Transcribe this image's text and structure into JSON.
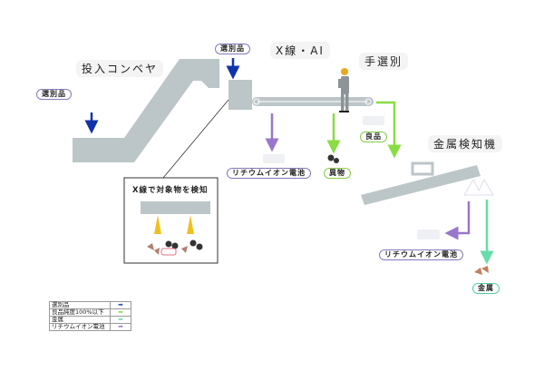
{
  "titles": {
    "input_conveyor": "投入コンベヤ",
    "xray_ai": "X線・AI",
    "hand_sorting": "手選別",
    "metal_detector": "金属検知機"
  },
  "labels": {
    "sorted_left": "選別品",
    "sorted_top": "選別品",
    "li_battery_1": "リチウムイオン電池",
    "foreign": "異物",
    "good": "良品",
    "li_battery_2": "リチウムイオン電池",
    "metal": "金属"
  },
  "callout": {
    "title": "X線で対象物を検知"
  },
  "legend": [
    {
      "label": "選別品",
      "color": "#2244cc"
    },
    {
      "label": "良品純度100%以下",
      "color": "#88dd44"
    },
    {
      "label": "金属",
      "color": "#66ddaa"
    },
    {
      "label": "リチウムイオン電池",
      "color": "#9977cc"
    }
  ],
  "colors": {
    "machine": "#bcc5c8",
    "sorted": "#1133aa",
    "li_battery": "#9977cc",
    "good": "#88dd44",
    "metal": "#66ddaa"
  }
}
